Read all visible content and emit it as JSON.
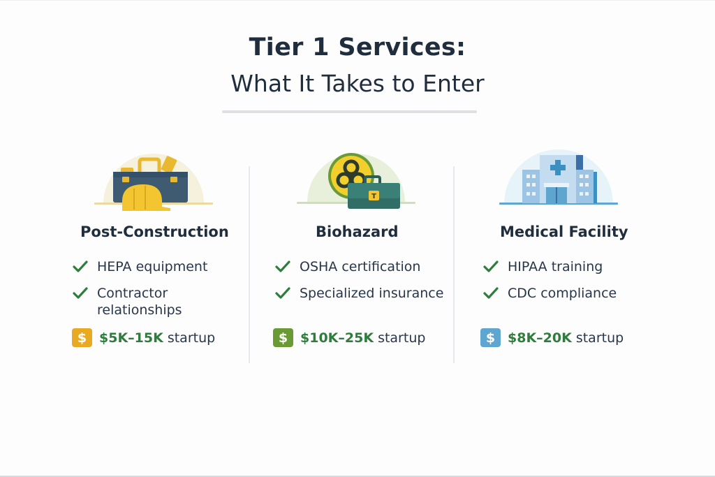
{
  "header": {
    "title": "Tier 1 Services:",
    "subtitle": "What It Takes to Enter"
  },
  "colors": {
    "text": "#1f2d3d",
    "check": "#2e7d3c",
    "cost_text": "#2e7d3c"
  },
  "columns": [
    {
      "title": "Post-Construction",
      "illustration": "toolbox-hardhat-icon",
      "requirements": [
        {
          "icon": "check-icon",
          "label": "HEPA equipment"
        },
        {
          "icon": "check-icon",
          "label": "Contractor relationships",
          "line1": "Contractor",
          "line2": "relationships"
        }
      ],
      "cost": {
        "icon": "dollar-icon",
        "symbol": "$",
        "range": "$5K–15K",
        "suffix": "startup",
        "badge_color": "#e8aa22"
      }
    },
    {
      "title": "Biohazard",
      "illustration": "biohazard-toolbox-icon",
      "requirements": [
        {
          "icon": "check-icon",
          "label": "OSHA certification"
        },
        {
          "icon": "check-icon",
          "label": "Specialized insurance"
        }
      ],
      "cost": {
        "icon": "dollar-icon",
        "symbol": "$",
        "range": "$10K–25K",
        "suffix": "startup",
        "badge_color": "#6a9a34"
      }
    },
    {
      "title": "Medical Facility",
      "illustration": "hospital-building-icon",
      "requirements": [
        {
          "icon": "check-icon",
          "label": "HIPAA training"
        },
        {
          "icon": "check-icon",
          "label": "CDC compliance"
        }
      ],
      "cost": {
        "icon": "dollar-icon",
        "symbol": "$",
        "range": "$8K–20K",
        "suffix": "startup",
        "badge_color": "#5ea6cf"
      }
    }
  ]
}
